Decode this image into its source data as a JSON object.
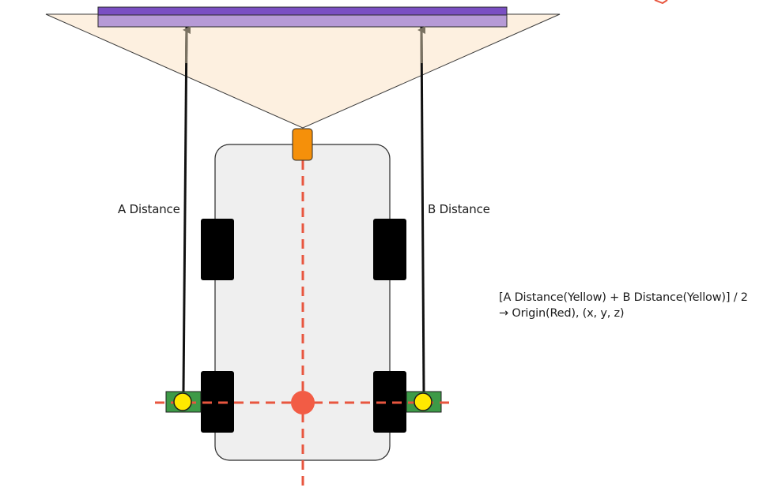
{
  "labels": {
    "a_distance": "A Distance",
    "b_distance": "B Distance"
  },
  "formula": {
    "line1": "[A Distance(Yellow) + B Distance(Yellow)] / 2",
    "line2": "→ Origin(Red), (x, y, z)"
  },
  "colors": {
    "fov_fill": "#fdf0e0",
    "target_bar_top": "#7a4fc3",
    "target_bar_bottom": "#b69ad6",
    "vehicle_body": "#efefef",
    "wheel": "#000000",
    "camera": "#f5900a",
    "sensor_mount": "#3d9a47",
    "sensor": "#ffe900",
    "origin": "#f25c45",
    "centerline": "#e8563f",
    "arrow": "#7a7262"
  }
}
